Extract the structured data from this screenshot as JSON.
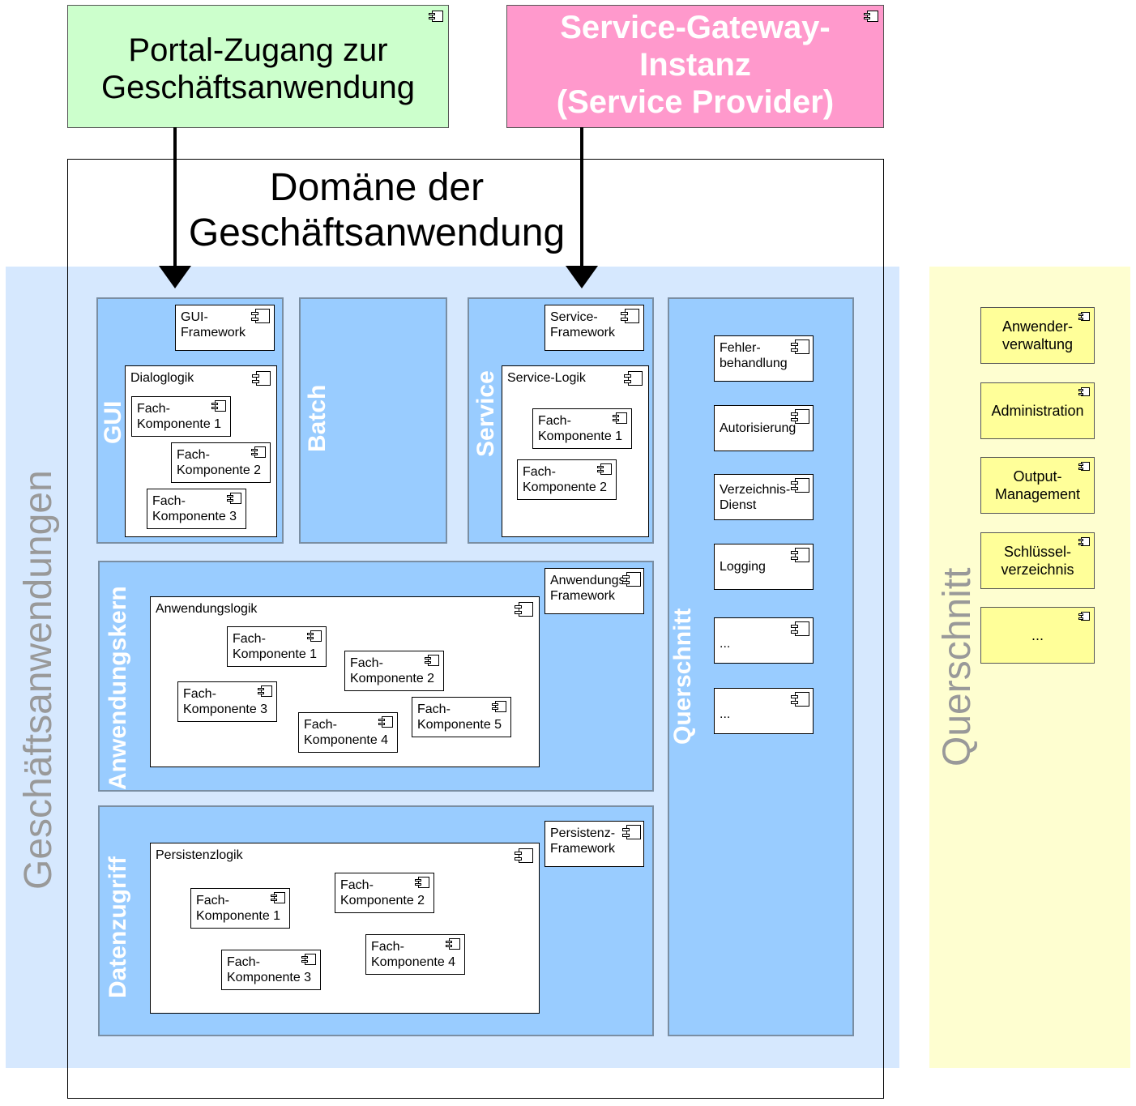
{
  "top": {
    "portal": "Portal-Zugang zur\nGeschäftsanwendung",
    "gateway": "Service-Gateway-\nInstanz\n(Service Provider)"
  },
  "domain_title": "Domäne der\nGeschäftsanwendung",
  "band_left_label": "Geschäftsanwendungen",
  "band_right_label": "Querschnitt",
  "panels": {
    "gui": "GUI",
    "batch": "Batch",
    "service": "Service",
    "anwendungskern": "Anwendungskern",
    "datenzugriff": "Datenzugriff",
    "querschnitt": "Querschnitt"
  },
  "gui": {
    "framework": "GUI-\nFramework",
    "dialoglogik": "Dialoglogik",
    "components": [
      "Fach-\nKomponente 1",
      "Fach-\nKomponente 2",
      "Fach-\nKomponente 3"
    ]
  },
  "service": {
    "framework": "Service-\nFramework",
    "logik": "Service-Logik",
    "components": [
      "Fach-\nKomponente 1",
      "Fach-\nKomponente 2"
    ]
  },
  "anwendungskern": {
    "framework": "Anwendungs-\nFramework",
    "logik": "Anwendungslogik",
    "components": [
      "Fach-\nKomponente 1",
      "Fach-\nKomponente 2",
      "Fach-\nKomponente 3",
      "Fach-\nKomponente 4",
      "Fach-\nKomponente 5"
    ]
  },
  "datenzugriff": {
    "framework": "Persistenz-\nFramework",
    "logik": "Persistenzlogik",
    "components": [
      "Fach-\nKomponente 1",
      "Fach-\nKomponente 2",
      "Fach-\nKomponente 3",
      "Fach-\nKomponente 4"
    ]
  },
  "querschnitt_inner": [
    "Fehler-\nbehandlung",
    "Autorisierung",
    "Verzeichnis-\nDienst",
    "Logging",
    "...",
    "..."
  ],
  "querschnitt_outer": [
    "Anwender-\nverwaltung",
    "Administration",
    "Output-\nManagement",
    "Schlüssel-\nverzeichnis",
    "..."
  ],
  "colors": {
    "band_blue": "#d6e8fe",
    "band_yellow": "#fefed0",
    "panel_blue": "#99ccff",
    "portal_green": "#ccffcc",
    "gateway_pink": "#ff99cc",
    "component_yellow": "#ffff99"
  }
}
